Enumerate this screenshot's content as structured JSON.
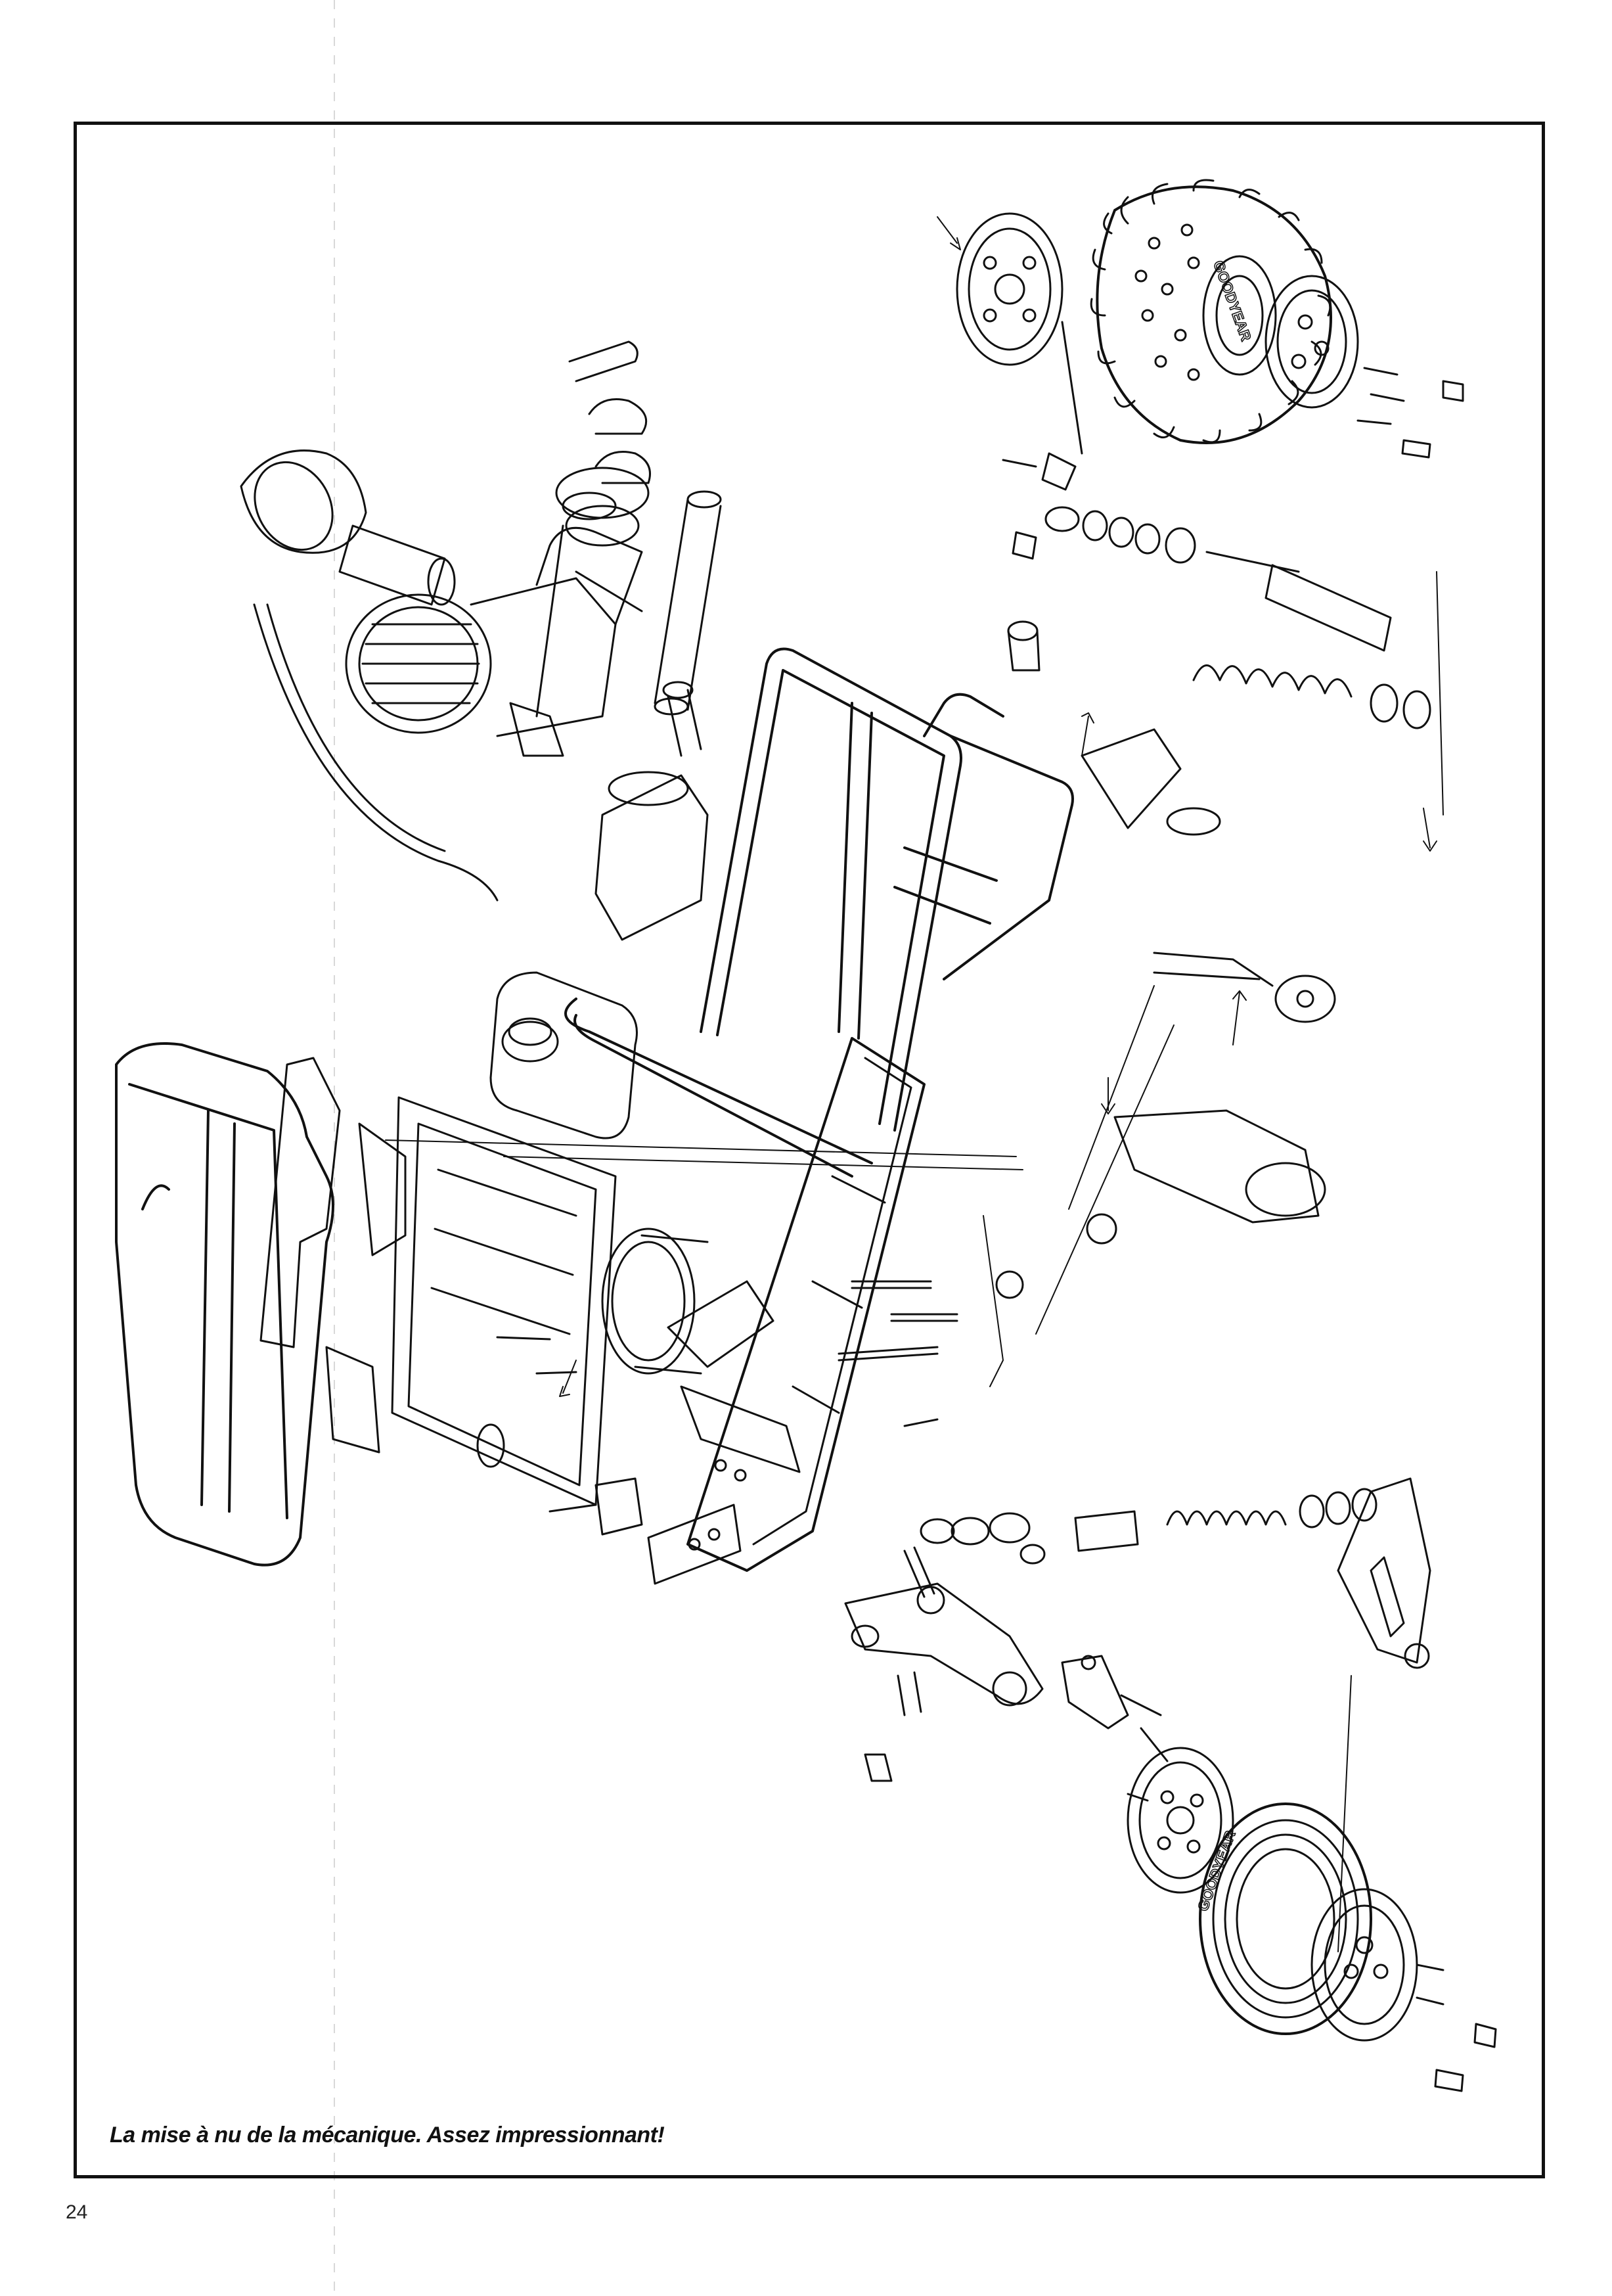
{
  "caption": "La mise à nu de la mécanique. Assez impressionnant!",
  "page_number": "24",
  "tire_brand_top": "GOODYEAR",
  "tire_brand_bottom": "GOODYEAR"
}
